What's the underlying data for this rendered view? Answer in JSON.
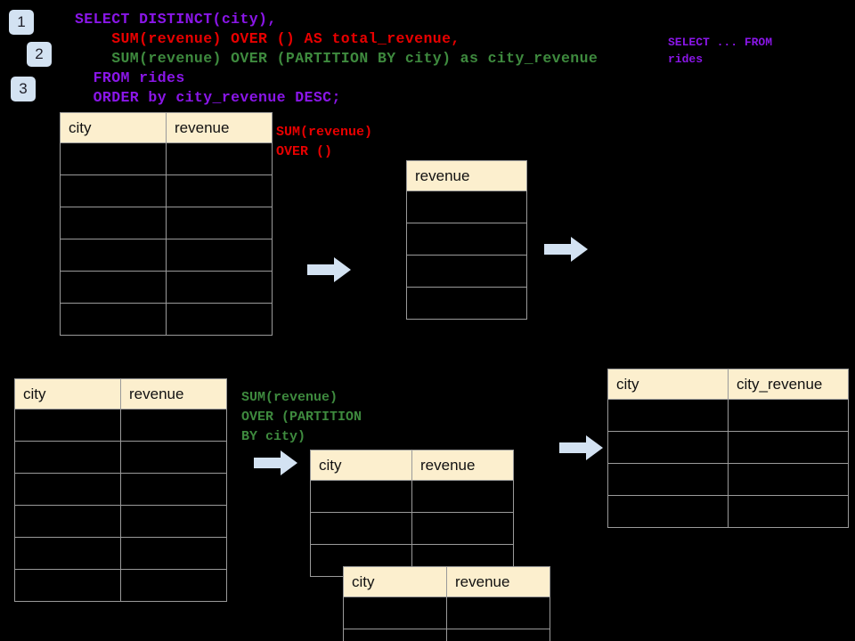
{
  "page": {
    "background": "#000000",
    "header_color": "#FCEFCE",
    "border_color": "#9a9a9a",
    "arrow_color": "#D3E2F2",
    "badge_color": "#D3E2F2"
  },
  "badges": [
    {
      "label": "1"
    },
    {
      "label": "2"
    },
    {
      "label": "3"
    }
  ],
  "sql": {
    "lines": [
      {
        "text": "SELECT DISTINCT(city),",
        "color": "#8A16E8"
      },
      {
        "text": "    SUM(revenue) OVER () AS total_revenue,",
        "color": "#E80000"
      },
      {
        "text": "    SUM(revenue) OVER (PARTITION BY city) as city_revenue",
        "color": "#3E8A3E"
      },
      {
        "text": "  FROM rides",
        "color": "#8A16E8"
      },
      {
        "text": "  ORDER by city_revenue DESC;",
        "color": "#8A16E8"
      }
    ]
  },
  "annotations": {
    "source_note": "SELECT ... FROM\nrides",
    "over_empty": "SUM(revenue)\nOVER ()",
    "over_partition": "SUM(revenue)\nOVER (PARTITION\nBY city)"
  },
  "tables": {
    "source_top": {
      "name": "rides-source-table",
      "columns": [
        "city",
        "revenue"
      ],
      "row_count": 6
    },
    "total_revenue": {
      "name": "total-revenue-table",
      "columns": [
        "revenue"
      ],
      "row_count": 4
    },
    "source_bottom": {
      "name": "rides-source-table-partition",
      "columns": [
        "city",
        "revenue"
      ],
      "row_count": 6
    },
    "partition_a": {
      "name": "partition-group-table-a",
      "columns": [
        "city",
        "revenue"
      ],
      "row_count": 3
    },
    "partition_b": {
      "name": "partition-group-table-b",
      "columns": [
        "city",
        "revenue"
      ],
      "row_count": 2
    },
    "result": {
      "name": "result-table",
      "columns": [
        "city",
        "city_revenue"
      ],
      "row_count": 4
    }
  },
  "arrows": [
    {
      "name": "arrow-source-to-total"
    },
    {
      "name": "arrow-total-to-out"
    },
    {
      "name": "arrow-source-to-partition"
    },
    {
      "name": "arrow-partition-to-result"
    }
  ]
}
